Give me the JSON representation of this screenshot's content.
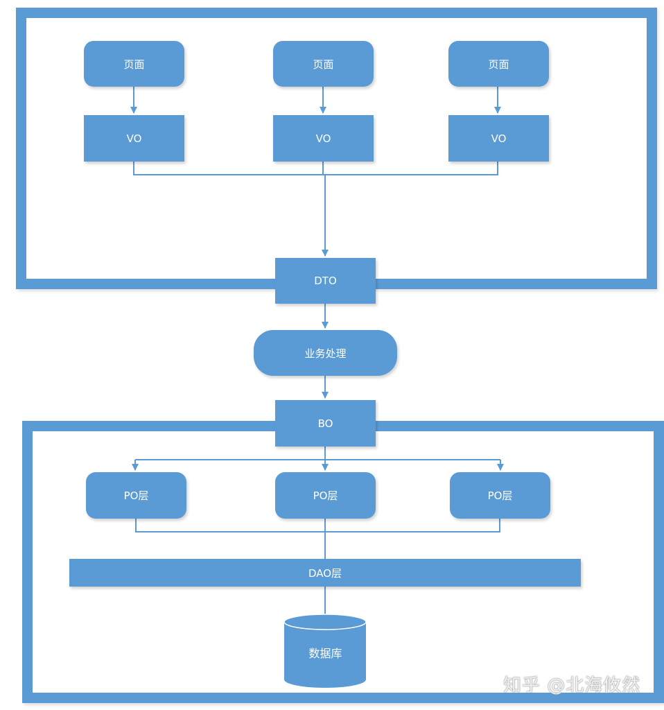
{
  "top_layer": {
    "pages": [
      "页面",
      "页面",
      "页面"
    ],
    "vos": [
      "VO",
      "VO",
      "VO"
    ]
  },
  "dto": "DTO",
  "service": "业务处理",
  "bo": "BO",
  "bottom_layer": {
    "pos": [
      "PO层",
      "PO层",
      "PO层"
    ],
    "dao": "DAO层",
    "database": "数据库"
  },
  "watermark": "知乎 @北海攸然",
  "colors": {
    "accent": "#5b9bd5",
    "text": "#ffffff"
  }
}
